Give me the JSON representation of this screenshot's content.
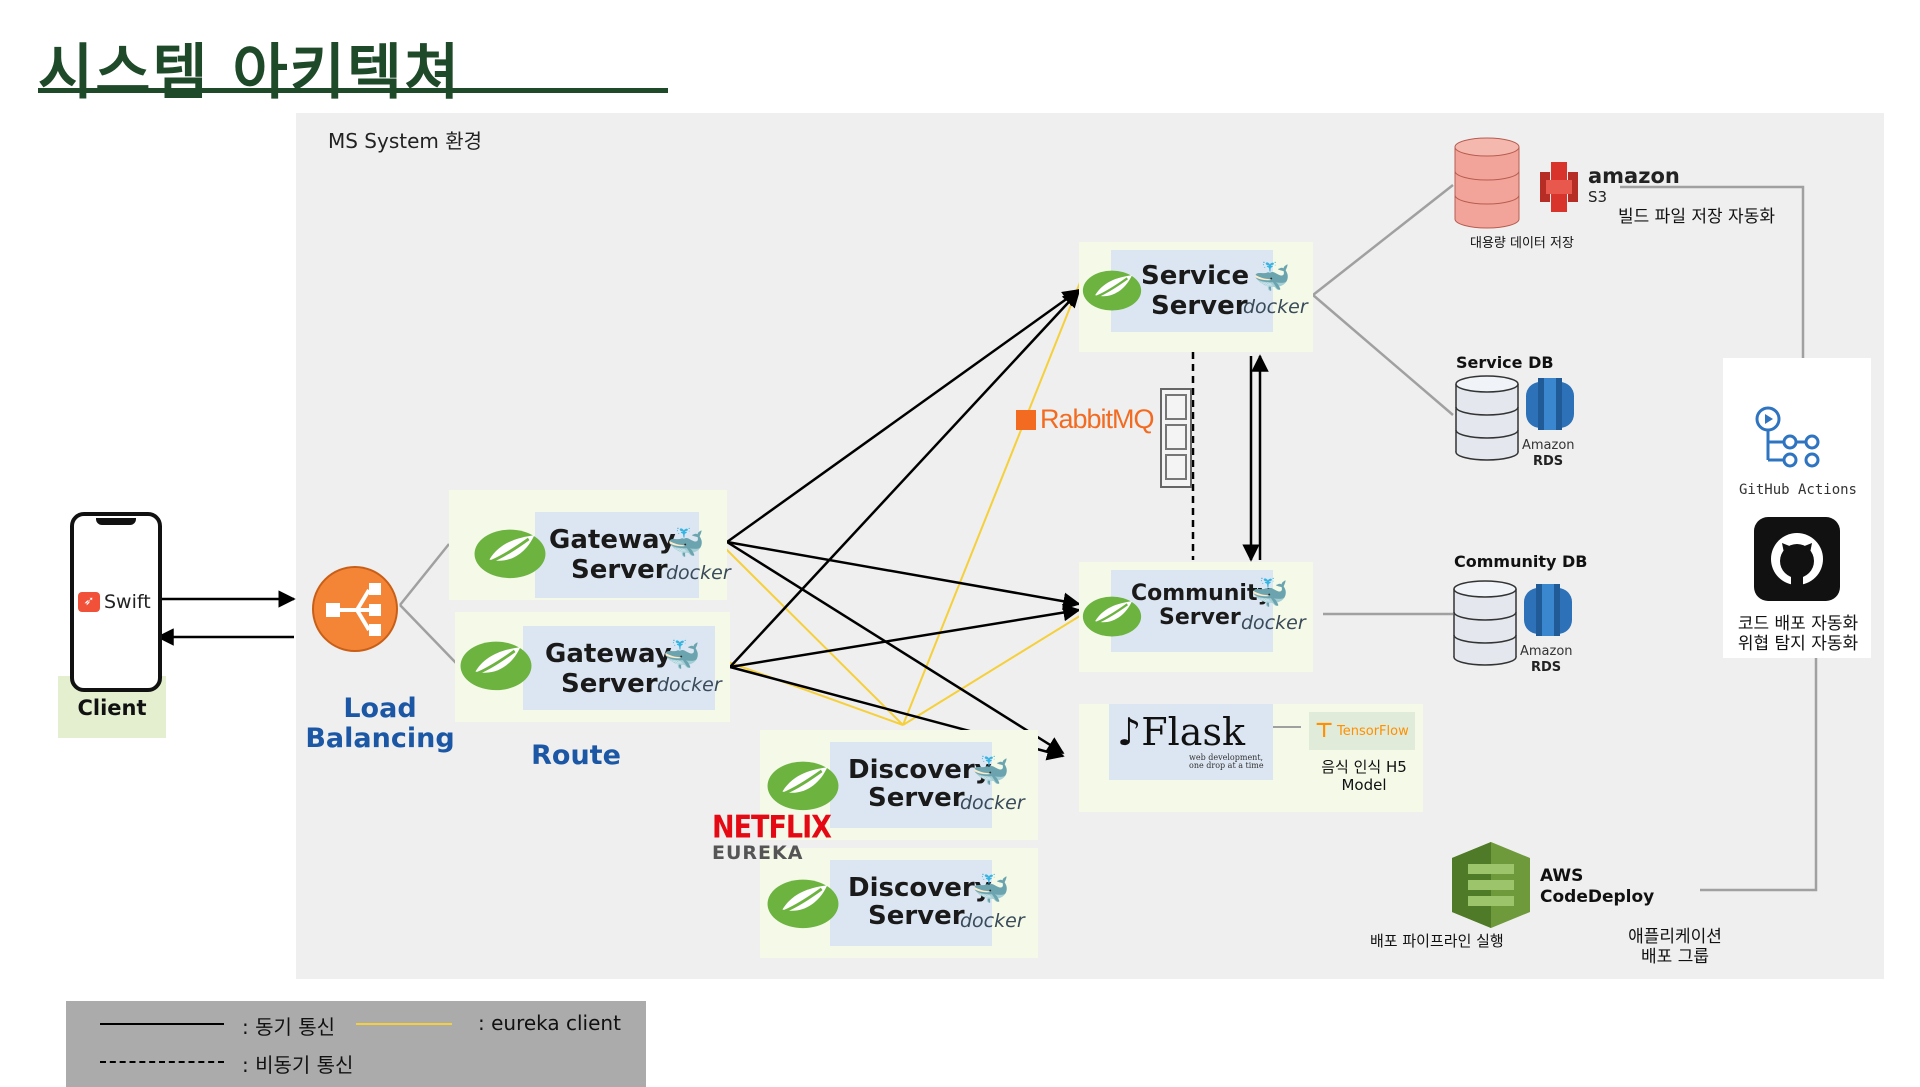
{
  "title": "시스템 아키텍쳐",
  "environment_label": "MS System 환경",
  "client": {
    "label": "Client",
    "app_label": "Swift"
  },
  "load_balancing": {
    "line1": "Load",
    "line2": "Balancing"
  },
  "route_label": "Route",
  "gateway_servers": [
    {
      "line1": "Gateway",
      "line2": "Server",
      "docker": "docker"
    },
    {
      "line1": "Gateway",
      "line2": "Server",
      "docker": "docker"
    }
  ],
  "discovery_servers": [
    {
      "line1": "Discovery",
      "line2": "Server",
      "docker": "docker"
    },
    {
      "line1": "Discovery",
      "line2": "Server",
      "docker": "docker"
    }
  ],
  "netflix": {
    "brand": "NETFLIX",
    "product": "EUREKA"
  },
  "service_server": {
    "line1": "Service",
    "line2": "Server",
    "docker": "docker"
  },
  "community_server": {
    "line1": "Community",
    "line2": "Server",
    "docker": "docker"
  },
  "rabbitmq": {
    "label": "RabbitMQ"
  },
  "flask": {
    "name": "Flask",
    "tagline_1": "web development,",
    "tagline_2": "one drop at a time"
  },
  "tensorflow": {
    "label": "TensorFlow",
    "caption_1": "음식 인식 H5",
    "caption_2": "Model"
  },
  "s3": {
    "brand": "amazon",
    "product": "S3",
    "caption": "대용량 데이터 저장",
    "automation": "빌드 파일 저장 자동화"
  },
  "service_db": {
    "label": "Service DB",
    "amazon": "Amazon",
    "rds": "RDS"
  },
  "community_db": {
    "label": "Community DB",
    "amazon": "Amazon",
    "rds": "RDS"
  },
  "github": {
    "actions_label": "GitHub Actions",
    "caption_1": "코드 배포 자동화",
    "caption_2": "위협 탐지 자동화"
  },
  "codedeploy": {
    "line1": "AWS",
    "line2": "CodeDeploy",
    "pipeline_caption": "배포 파이프라인 실행",
    "group_1": "애플리케이션",
    "group_2": "배포 그룹"
  },
  "legend": {
    "sync": ": 동기 통신",
    "async": ": 비동기 통신",
    "eureka": ": eureka client"
  },
  "colors": {
    "title_green": "#1f4a2a",
    "spring_green": "#6db33f",
    "route_blue": "#1b57a5",
    "eureka_yellow": "#f5d03b",
    "aws_orange": "#f58536",
    "rds_blue": "#2d72b8",
    "s3_red": "#d9342b"
  }
}
